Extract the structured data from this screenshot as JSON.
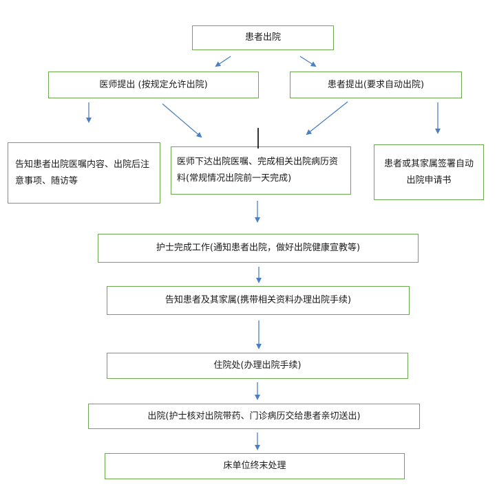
{
  "nodes": {
    "discharge": "患者出院",
    "doctor_proposes": "医师提出 (按规定允许出院)",
    "patient_requests": "患者提出(要求自动出院)",
    "inform_advice": "告知患者出院医嘱内容、出院后注意事项、随访等",
    "doctor_orders": "医师下达出院医嘱、完成相关出院病历资料(常规情况出院前一天完成)",
    "sign_application": "患者或其家属签署自动出院申请书",
    "nurse_work": "护士完成工作(通知患者出院，做好出院健康宣教等)",
    "inform_family": "告知患者及其家属(携带相关资料办理出院手续)",
    "admission_office": "住院处(办理出院手续)",
    "discharge_check": "出院(护士核对出院带药、门诊病历交给患者亲切送出)",
    "bed_terminal": "床单位终末处理"
  },
  "colors": {
    "box_border": "#6aa84f",
    "arrow": "#4a7fc1",
    "text": "#1a1a1a"
  }
}
